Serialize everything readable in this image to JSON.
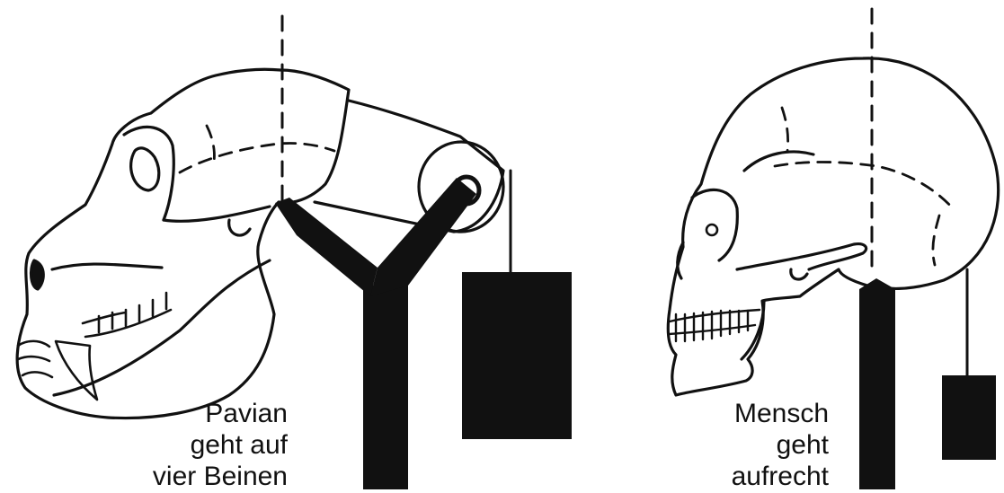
{
  "baboon": {
    "caption_lines": [
      "Pavian",
      "geht auf",
      "vier Beinen"
    ]
  },
  "human": {
    "caption_lines": [
      "Mensch",
      "geht",
      "aufrecht"
    ]
  },
  "colors": {
    "background": "#ffffff",
    "ink": "#111111"
  }
}
